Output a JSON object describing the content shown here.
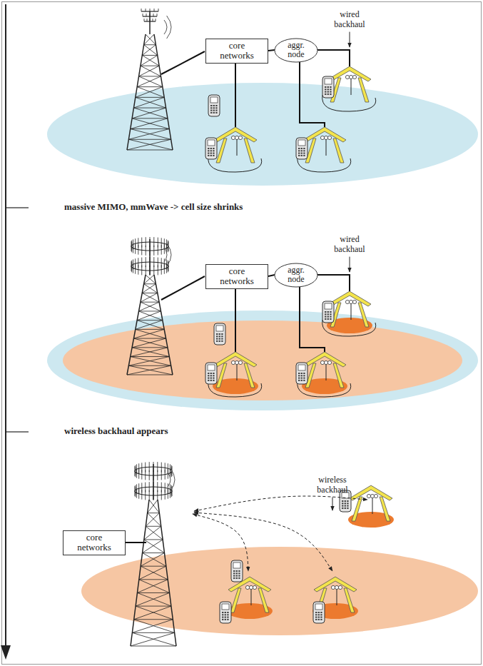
{
  "diagram": {
    "nodes": [
      {
        "text": [
          "core networks"
        ]
      },
      {
        "text": [
          "aggr. node"
        ]
      },
      {
        "text": [
          "core networks"
        ]
      },
      {
        "text": [
          "aggr. node"
        ]
      },
      {
        "text": [
          "core networks"
        ]
      }
    ],
    "edges": [
      {
        "from": 0,
        "to": 1,
        "arrow": "none"
      },
      {
        "from": 2,
        "to": 3,
        "arrow": "none"
      }
    ],
    "labels": [
      "wired backhaul",
      "massive MIMO, mmWave -> cell size shrinks",
      "wired backhaul",
      "wireless backhaul appears",
      "wireless backhaul"
    ]
  }
}
